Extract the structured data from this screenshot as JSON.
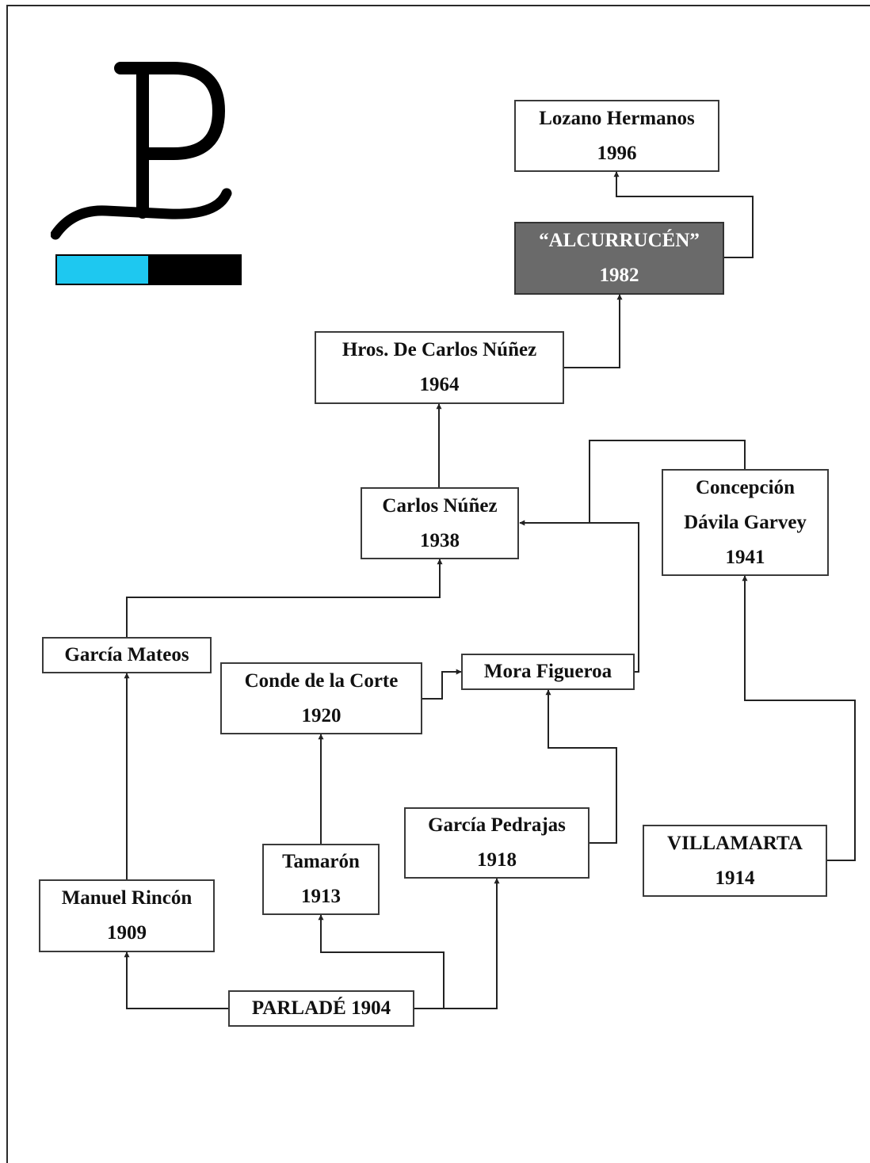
{
  "logo": {
    "monogram": "PL",
    "bar_colors": [
      "#1ec8f0",
      "#000000"
    ]
  },
  "nodes": {
    "lozano": {
      "name": "Lozano Hermanos",
      "year": "1996"
    },
    "alcurrucen": {
      "name": "“ALCURRUCÉN”",
      "year": "1982",
      "fill": "#6a6a6a"
    },
    "hros": {
      "name": "Hros. De Carlos Núñez",
      "year": "1964"
    },
    "carlos": {
      "name": "Carlos Núñez",
      "year": "1938"
    },
    "concepcion": {
      "name1": "Concepción",
      "name2": "Dávila Garvey",
      "year": "1941"
    },
    "garcia_mateos": {
      "name": "García Mateos"
    },
    "conde": {
      "name": "Conde de la Corte",
      "year": "1920"
    },
    "mora": {
      "name": "Mora Figueroa"
    },
    "garcia_pedrajas": {
      "name": "García Pedrajas",
      "year": "1918"
    },
    "villamarta": {
      "name": "VILLAMARTA",
      "year": "1914"
    },
    "tamaron": {
      "name": "Tamarón",
      "year": "1913"
    },
    "rincon": {
      "name": "Manuel Rincón",
      "year": "1909"
    },
    "parlade": {
      "name": "PARLADÉ 1904"
    }
  },
  "links": [
    {
      "from": "alcurrucen",
      "to": "lozano"
    },
    {
      "from": "hros",
      "to": "alcurrucen"
    },
    {
      "from": "carlos",
      "to": "hros"
    },
    {
      "from": "concepcion",
      "to": "carlos"
    },
    {
      "from": "mora",
      "to": "carlos"
    },
    {
      "from": "garcia_mateos",
      "to": "carlos"
    },
    {
      "from": "conde",
      "to": "mora"
    },
    {
      "from": "garcia_pedrajas",
      "to": "mora"
    },
    {
      "from": "villamarta",
      "to": "concepcion"
    },
    {
      "from": "tamaron",
      "to": "conde"
    },
    {
      "from": "rincon",
      "to": "garcia_mateos"
    },
    {
      "from": "parlade",
      "to": "rincon"
    },
    {
      "from": "parlade",
      "to": "tamaron"
    },
    {
      "from": "parlade",
      "to": "garcia_pedrajas"
    }
  ]
}
